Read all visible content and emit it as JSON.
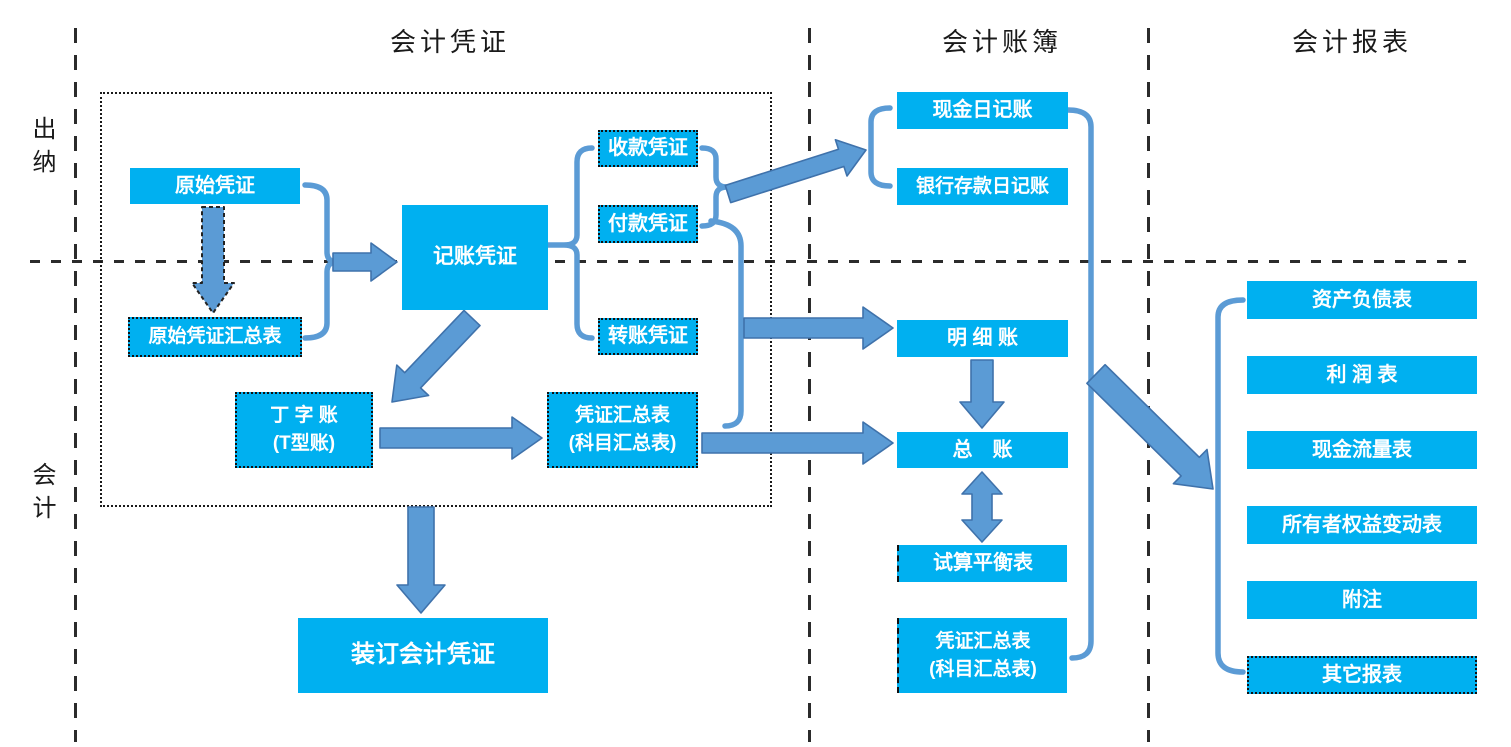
{
  "colors": {
    "node_fill": "#00b0f0",
    "node_text": "#ffffff",
    "arrow_fill": "#5b9bd5",
    "arrow_outline": "#3f72ab",
    "dashed_line": "#2b2b2b",
    "border_dotted": "#111111",
    "background": "#ffffff"
  },
  "headers": {
    "col1": "会计凭证",
    "col2": "会计账簿",
    "col3": "会计报表"
  },
  "rows": {
    "row1": "出纳",
    "row2": "会计"
  },
  "nodes": {
    "yuanshi": {
      "label": "原始凭证"
    },
    "yuanshi_huizong": {
      "label": "原始凭证汇总表"
    },
    "jizhang": {
      "label": "记账凭证"
    },
    "shoukuan": {
      "label": "收款凭证"
    },
    "fukuan": {
      "label": "付款凭证"
    },
    "zhuanzhang": {
      "label": "转账凭证"
    },
    "dingzi": {
      "label": "丁 字 账",
      "label2": "(T型账)"
    },
    "pz_huizong": {
      "label": "凭证汇总表",
      "label2": "(科目汇总表)"
    },
    "zhuangding": {
      "label": "装订会计凭证"
    },
    "xianjin": {
      "label": "现金日记账"
    },
    "yinhang": {
      "label": "银行存款日记账"
    },
    "mingxi": {
      "label": "明 细 账"
    },
    "zongzhang": {
      "label": "总　账"
    },
    "shisuan": {
      "label": "试算平衡表"
    },
    "pz_huizong2": {
      "label": "凭证汇总表",
      "label2": "(科目汇总表)"
    },
    "zichan": {
      "label": "资产负债表"
    },
    "lirun": {
      "label": "利 润 表"
    },
    "xjll": {
      "label": "现金流量表"
    },
    "syz": {
      "label": "所有者权益变动表"
    },
    "fuzhu": {
      "label": "附注"
    },
    "qita": {
      "label": "其它报表"
    }
  }
}
